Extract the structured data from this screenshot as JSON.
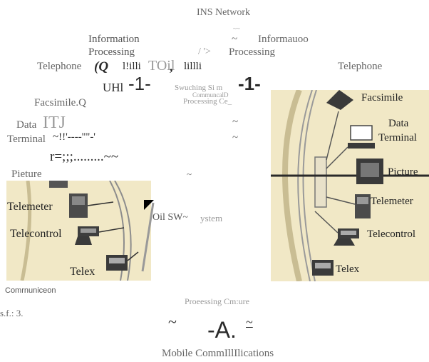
{
  "title": "INS Network",
  "top_left": {
    "info_processing_1": "Information",
    "info_processing_2": "Processing",
    "telephone": "Telephone",
    "garble_q": "(Q",
    "garble_lilli1": "l!illi",
    "garble_toil": "TOil",
    "garble_comma": ",",
    "garble_lilli2": "lillli",
    "garble_uhi": "UHl",
    "garble_minus1": "-1-",
    "facsimile": "Facsimile.Q",
    "data": "Data",
    "garble_itj": "ITJ",
    "terminal": "Terminal",
    "garble_terminal_line": "~!!'----''\"-'",
    "garble_r_line": "r=;;;.........~~",
    "picture": "Pieture"
  },
  "top_center": {
    "tilde_small": "~~",
    "tilde_1": "~",
    "informauoo": "Informauoo",
    "arrow_garble": "/ '>",
    "processing": "Processing",
    "swuching_1": "Swuching Si m",
    "swuching_2": "CommuncalD",
    "processing_ce": "Processing Ce_",
    "garble_minus2": "-1-",
    "tilde_2": "~",
    "tilde_3": "~",
    "tilde_4": "~"
  },
  "top_right": {
    "telephone": "Telephone"
  },
  "left_panel": {
    "telemeter": "Telemeter",
    "telecontrol": "Telecontrol",
    "telex": "Telex"
  },
  "center": {
    "oil_sw_1": "Oil SW~",
    "oil_sw_2": "ystem"
  },
  "right_panel": {
    "facsimile": "Facsimile",
    "data": "Data",
    "terminal": "Terminal",
    "picture": "Picture",
    "telemeter": "Telemeter",
    "telecontrol": "Telecontrol",
    "telex": "Telex"
  },
  "bottom": {
    "communiceon": "Comrnuniceon",
    "sf3": "s.f.: 3.",
    "processing_centre": "Proeessing Cm:ure",
    "tilde": "~",
    "big_a": "-A.",
    "tilde_eq": "~",
    "mobile": "Mobile CommIllIlications"
  },
  "colors": {
    "panel_bg": "#f1e8c6",
    "ink": "#2a2a2a",
    "gray_text": "#666666"
  }
}
